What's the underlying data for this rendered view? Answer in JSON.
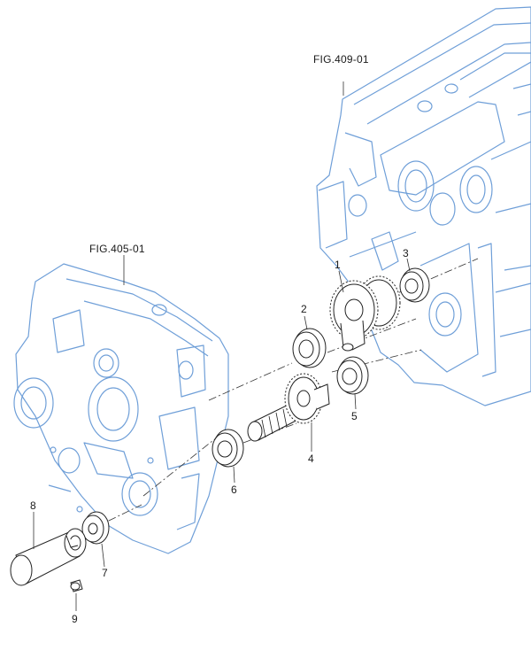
{
  "figure_refs": {
    "upper": "FIG.409-01",
    "left": "FIG.405-01"
  },
  "parts": [
    {
      "number": "1",
      "icon": "double-gear-icon"
    },
    {
      "number": "2",
      "icon": "ball-bearing-icon"
    },
    {
      "number": "3",
      "icon": "ball-bearing-icon"
    },
    {
      "number": "4",
      "icon": "splined-gear-shaft-icon"
    },
    {
      "number": "5",
      "icon": "ball-bearing-icon"
    },
    {
      "number": "6",
      "icon": "ball-bearing-icon"
    },
    {
      "number": "7",
      "icon": "washer-icon"
    },
    {
      "number": "8",
      "icon": "sleeve-icon"
    },
    {
      "number": "9",
      "icon": "bolt-icon"
    }
  ],
  "colors": {
    "housing_outline": "#6f9fd8",
    "part_outline": "#222222",
    "leader": "#333333"
  }
}
